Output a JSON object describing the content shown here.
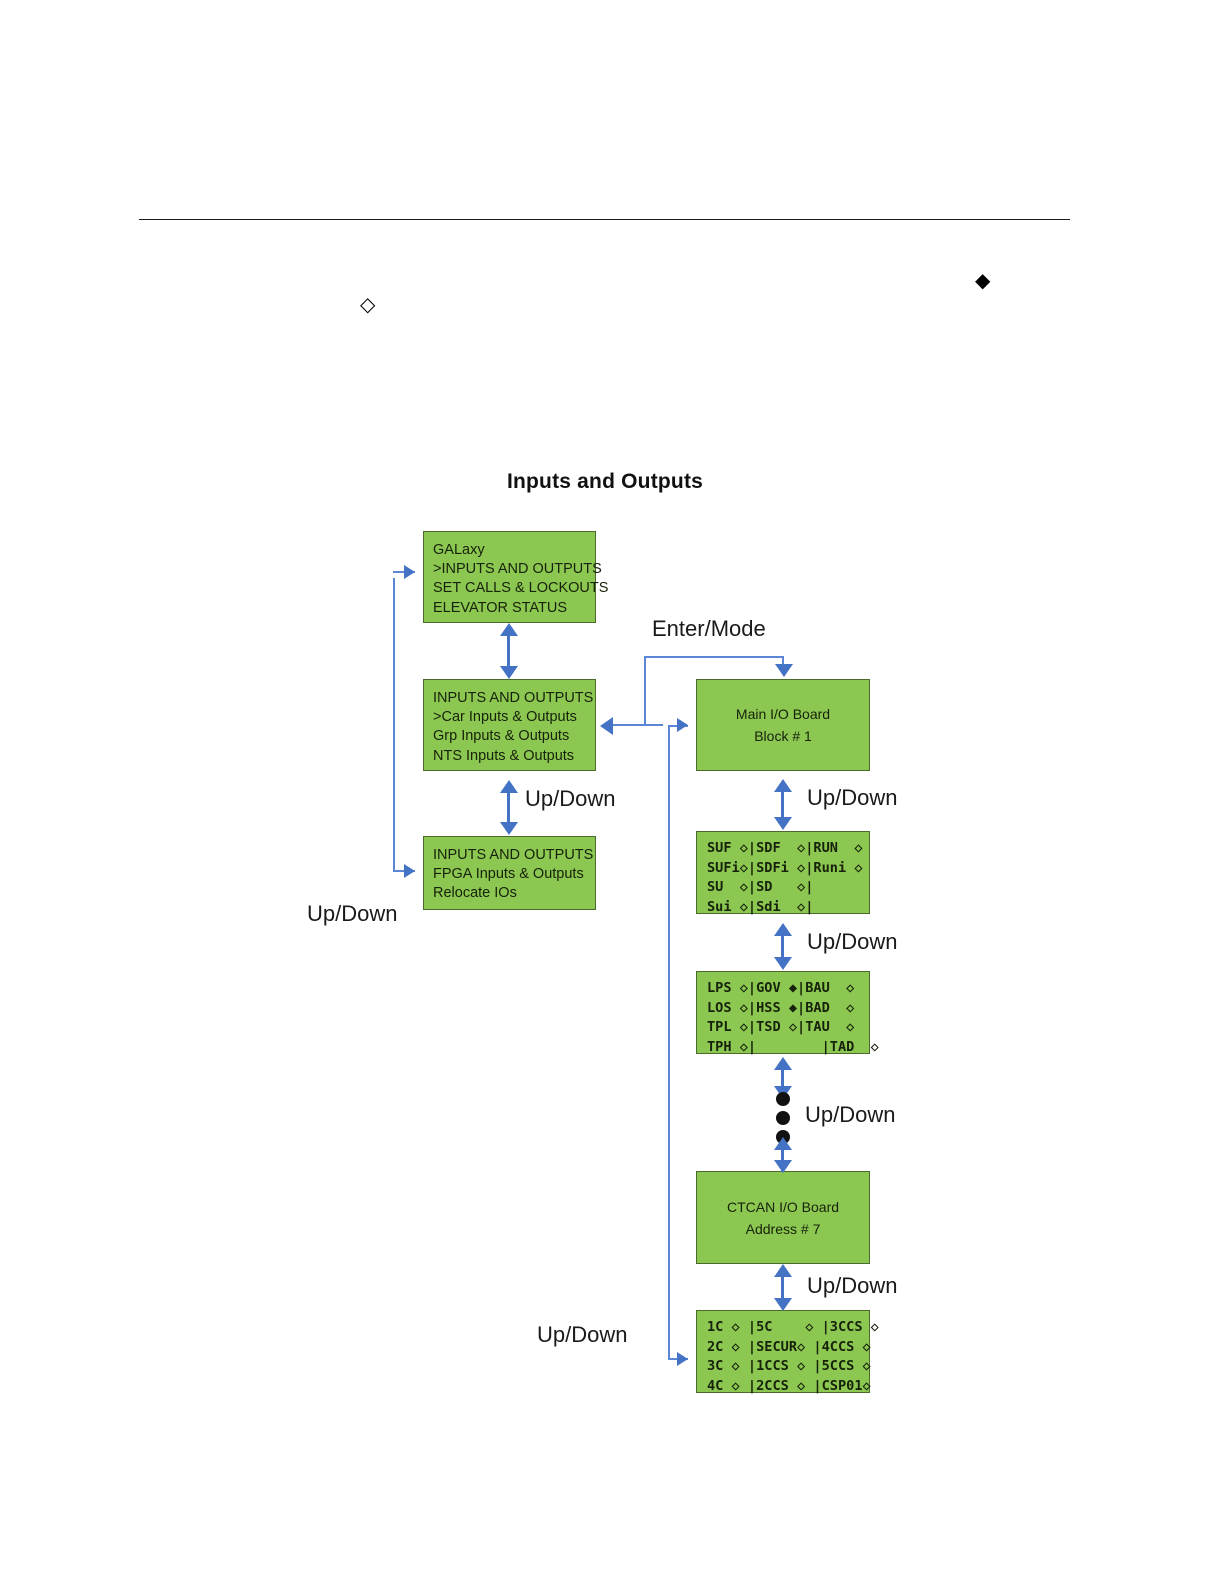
{
  "page": {
    "header_rule": true,
    "legend_glyphs": [
      {
        "name": "hollow-diamond",
        "char": "◇"
      },
      {
        "name": "filled-diamond",
        "char": "◆"
      }
    ]
  },
  "diagram": {
    "title": "Inputs and Outputs",
    "type": "flowchart",
    "colors": {
      "box_fill": "#8CC751",
      "box_border": "#4B6B2A",
      "connector": "#4472C4",
      "text": "#16220A"
    },
    "boxes": [
      {
        "id": "galaxy-menu",
        "name": "galaxy-main-menu",
        "lines": [
          "GALaxy",
          ">INPUTS AND OUTPUTS",
          "SET CALLS & LOCKOUTS",
          "ELEVATOR STATUS"
        ]
      },
      {
        "id": "io-submenu",
        "name": "inputs-outputs-submenu",
        "lines": [
          "INPUTS AND OUTPUTS",
          ">Car Inputs & Outputs",
          "Grp Inputs & Outputs",
          "NTS Inputs & Outputs"
        ]
      },
      {
        "id": "io-fpga",
        "name": "inputs-outputs-fpga-menu",
        "lines": [
          "INPUTS AND OUTPUTS",
          "FPGA Inputs & Outputs",
          "Relocate IOs"
        ]
      },
      {
        "id": "main-io-board",
        "name": "main-io-board-block",
        "lines": [
          "Main I/O Board",
          "Block # 1"
        ]
      },
      {
        "id": "signals-suf",
        "name": "signal-status-suf",
        "lines": [
          "SUF ◇|SDF  ◇|RUN  ◇",
          "SUFi◇|SDFi ◇|Runi ◇",
          "SU  ◇|SD   ◇|",
          "Sui ◇|Sdi  ◇|"
        ]
      },
      {
        "id": "signals-lps",
        "name": "signal-status-lps",
        "lines": [
          "LPS ◇|GOV ◆|BAU  ◇",
          "LOS ◇|HSS ◆|BAD  ◇",
          "TPL ◇|TSD ◇|TAU  ◇",
          "TPH ◇|        |TAD  ◇"
        ]
      },
      {
        "id": "ctcan-board",
        "name": "ctcan-io-board-address",
        "lines": [
          "CTCAN I/O Board",
          "Address # 7"
        ]
      },
      {
        "id": "signals-calls",
        "name": "signal-status-car-calls",
        "lines": [
          "1C ◇ |5C    ◇ |3CCS ◇",
          "2C ◇ |SECUR◇ |4CCS ◇",
          "3C ◇ |1CCS ◇ |5CCS ◇",
          "4C ◇ |2CCS ◇ |CSP01◇"
        ]
      }
    ],
    "labels": {
      "enter_mode": "Enter/Mode",
      "up_down": "Up/Down"
    },
    "ellipsis_dots": 3
  }
}
